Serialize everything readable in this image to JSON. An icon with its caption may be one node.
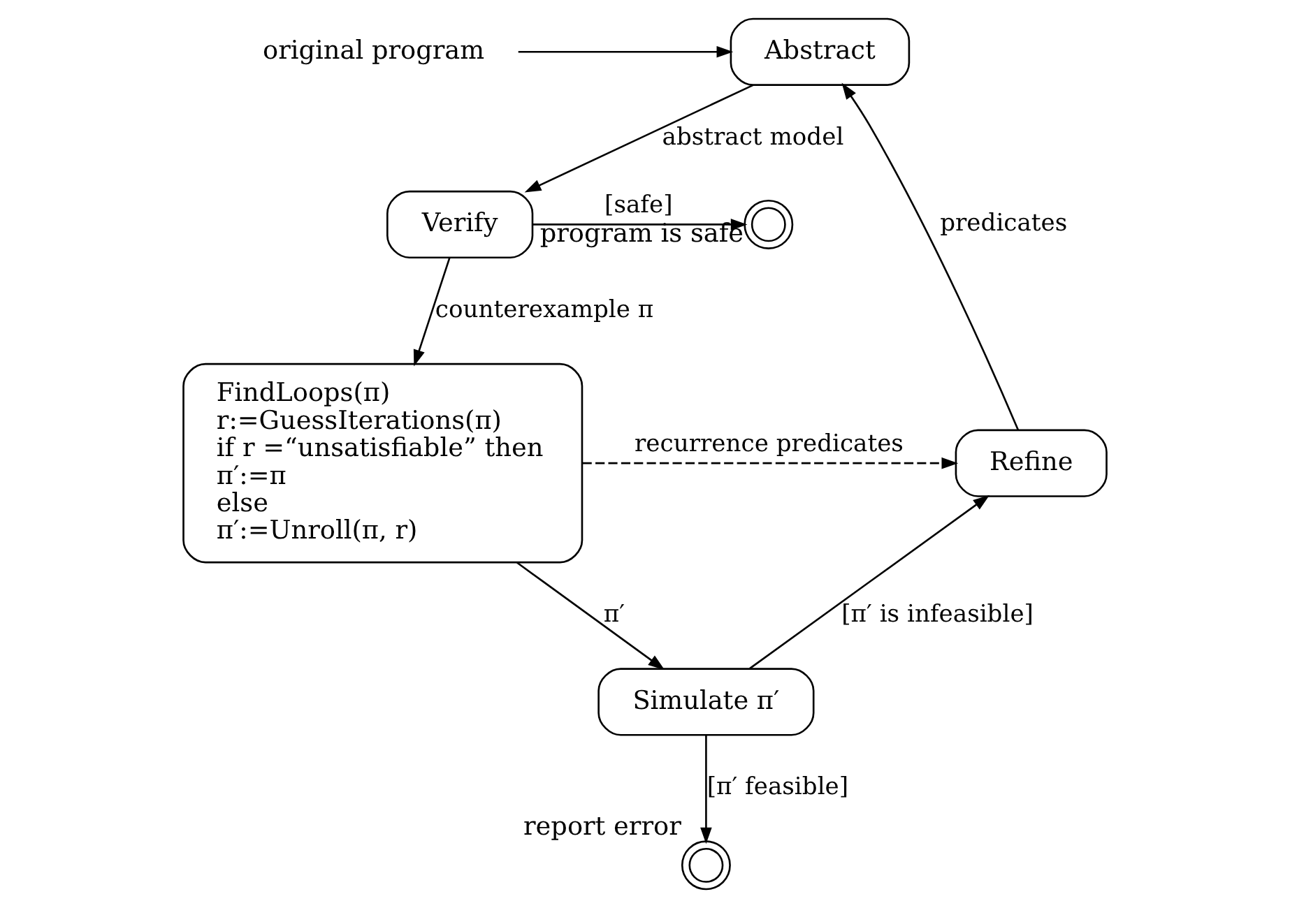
{
  "diagram": {
    "nodes": [
      {
        "text": [
          "original program"
        ]
      },
      {
        "text": [
          "Abstract"
        ]
      },
      {
        "text": [
          "Verify"
        ]
      },
      {
        "text": [],
        "shape": "circle",
        "beside": [
          "program is safe"
        ]
      },
      {
        "text": [
          "FindLoops(π)",
          "r:=GuessIterations(π)",
          "if r =“unsatisfiable” then",
          "π′:=π",
          "else",
          "π′:=Unroll(π, r)"
        ]
      },
      {
        "text": [
          "Refine"
        ]
      },
      {
        "text": [
          "Simulate π′"
        ]
      },
      {
        "text": [],
        "shape": "circle",
        "beside": [
          "report error"
        ]
      }
    ],
    "edges": [
      {
        "from": 0,
        "to": 1,
        "arrow": "to"
      },
      {
        "from": 1,
        "to": 2,
        "arrow": "to",
        "label": "abstract model"
      },
      {
        "from": 2,
        "to": 3,
        "arrow": "to",
        "label": "[safe]"
      },
      {
        "from": 2,
        "to": 4,
        "arrow": "to",
        "label": "counterexample π"
      },
      {
        "from": 4,
        "to": 5,
        "arrow": "to",
        "label": "recurrence predicates",
        "style": "dashed"
      },
      {
        "from": 4,
        "to": 6,
        "arrow": "to",
        "label": "π′"
      },
      {
        "from": 6,
        "to": 5,
        "arrow": "to",
        "label": "[π′ is infeasible]"
      },
      {
        "from": 5,
        "to": 1,
        "arrow": "to",
        "label": "predicates"
      },
      {
        "from": 6,
        "to": 7,
        "arrow": "to",
        "label": "[π′ feasible]"
      }
    ]
  }
}
